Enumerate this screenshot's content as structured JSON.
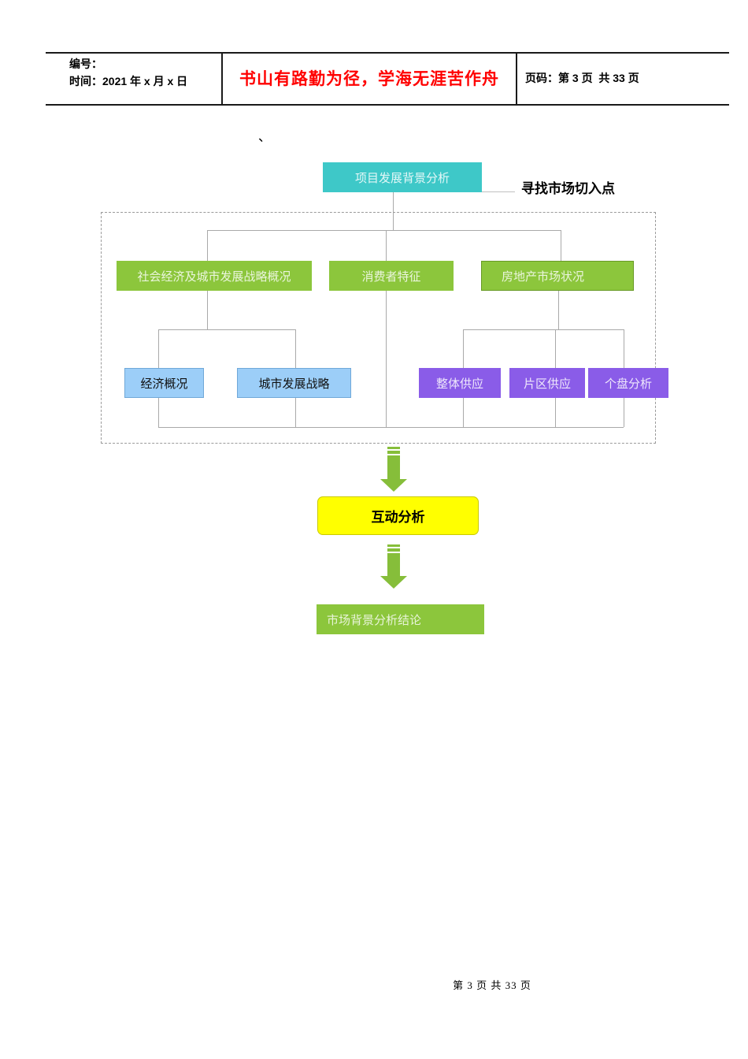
{
  "header": {
    "number_label": "编号：",
    "time_label": "时间：2021 年 x 月 x 日",
    "motto": "书山有路勤为径，学海无涯苦作舟",
    "page_info": "页码：第 3 页  共 33 页"
  },
  "stray_mark": "、",
  "diagram": {
    "root_label": "项目发展背景分析",
    "side_note": "寻找市场切入点",
    "branches": [
      "社会经济及城市发展战略概况",
      "消费者特征",
      "房地产市场状况"
    ],
    "left_children": [
      "经济概况",
      "城市发展战略"
    ],
    "right_children": [
      "整体供应",
      "片区供应",
      "个盘分析"
    ],
    "interaction_label": "互动分析",
    "conclusion_label": "市场背景分析结论"
  },
  "footer": {
    "page_number": "第 3 页 共 33 页"
  },
  "colors": {
    "root_box": "#3EC8C8",
    "branch_box": "#8CC63C",
    "left_child_fill": "#9CCEF8",
    "left_child_border": "#70A8D8",
    "right_child_box": "#8A5CE8",
    "interaction_box": "#FFFF00",
    "conclusion_box": "#8CC63C",
    "arrow": "#86BE3A",
    "motto_text": "#FF0000",
    "connector_line": "#A9A9A9"
  }
}
